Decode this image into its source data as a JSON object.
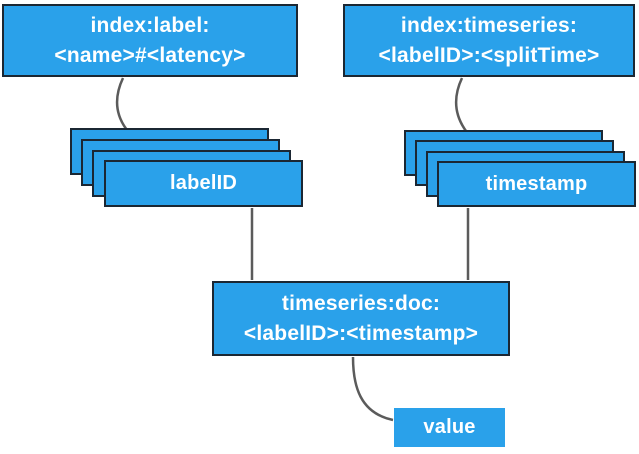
{
  "diagram": {
    "title": "timeseries key schema diagram",
    "colors": {
      "background": "#ffffff",
      "box_fill": "#2aa1ea",
      "box_border": "#1b2733",
      "box_text": "#ffffff",
      "connector": "#5b5b5b"
    },
    "nodes": {
      "index_label": {
        "line1": "index:label:",
        "line2": "<name>#<latency>"
      },
      "index_timeseries": {
        "line1": "index:timeseries:",
        "line2": "<labelID>:<splitTime>"
      },
      "label_id_stack": {
        "label": "labelID",
        "card_count": 4
      },
      "timestamp_stack": {
        "label": "timestamp",
        "card_count": 4
      },
      "timeseries_doc": {
        "line1": "timeseries:doc:",
        "line2": "<labelID>:<timestamp>"
      },
      "value": {
        "label": "value"
      }
    },
    "edges": [
      {
        "from": "index_label",
        "to": "label_id_stack",
        "style": "curve"
      },
      {
        "from": "index_timeseries",
        "to": "timestamp_stack",
        "style": "curve"
      },
      {
        "from": "label_id_stack",
        "to": "timeseries_doc",
        "style": "straight"
      },
      {
        "from": "timestamp_stack",
        "to": "timeseries_doc",
        "style": "straight"
      },
      {
        "from": "timeseries_doc",
        "to": "value",
        "style": "curve"
      }
    ]
  }
}
